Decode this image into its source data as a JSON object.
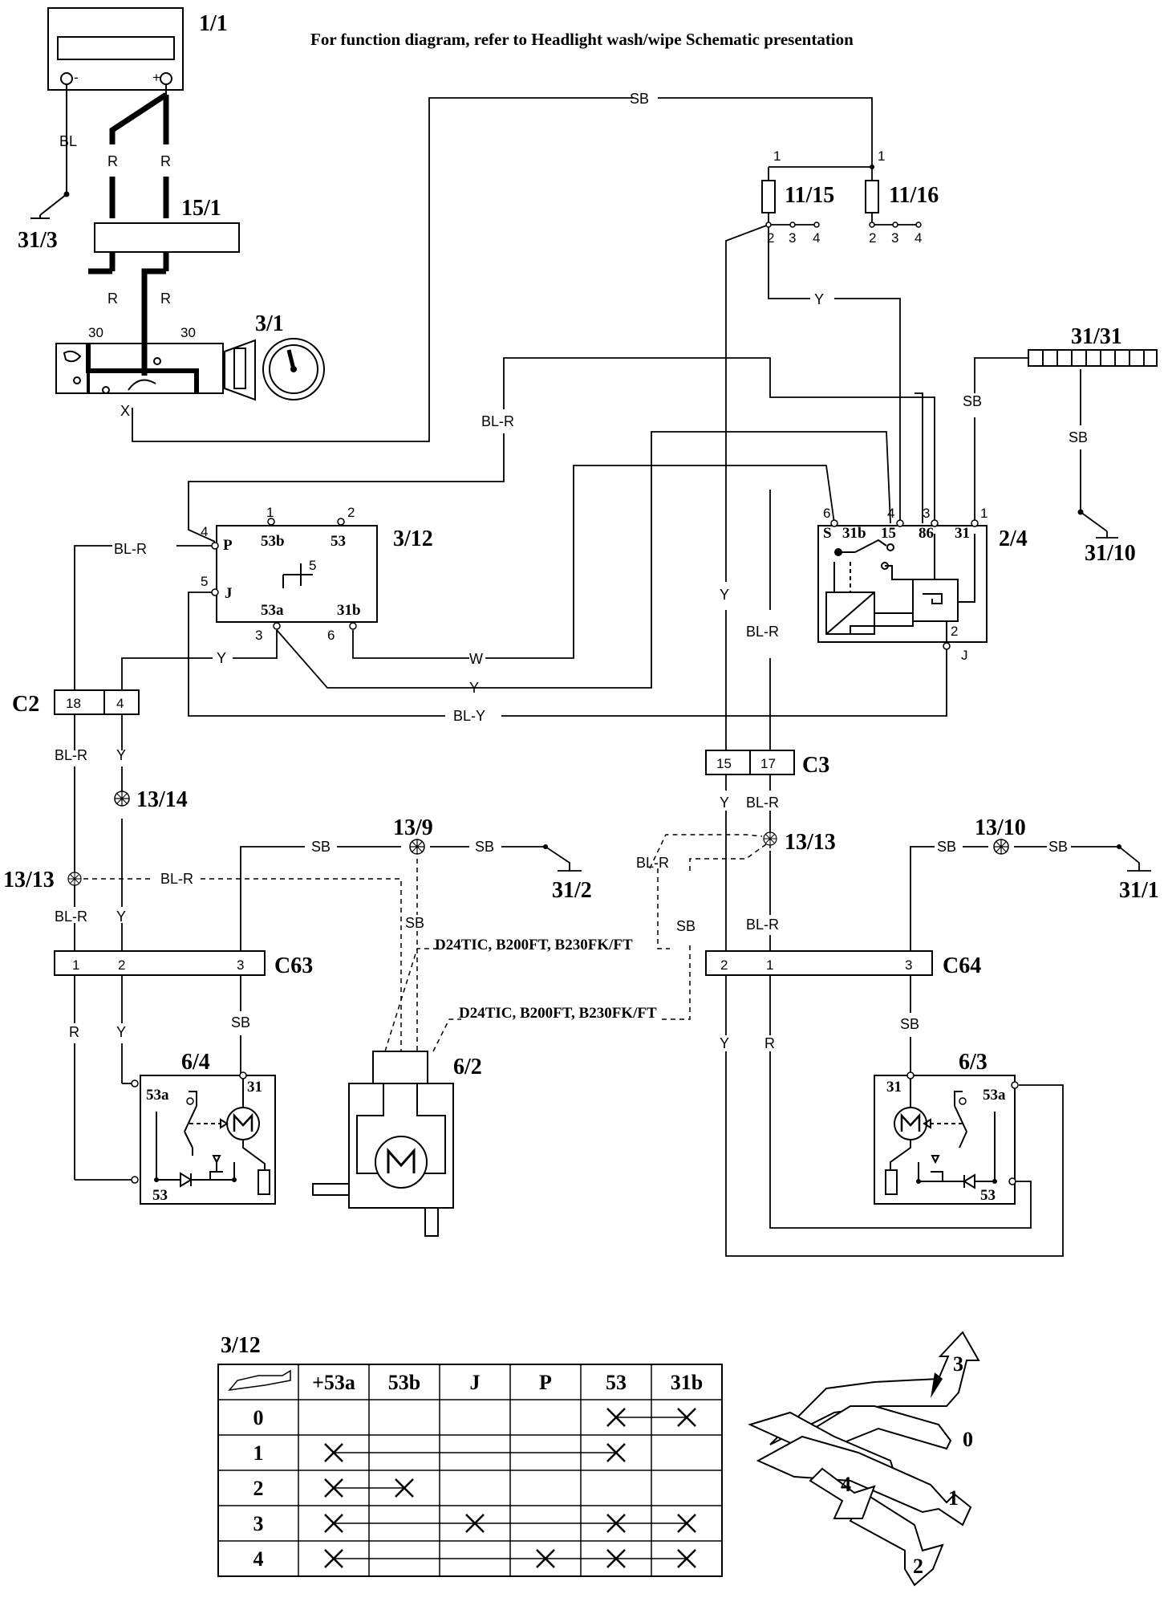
{
  "header": {
    "title": "For function diagram, refer to Headlight wash/wipe Schematic presentation"
  },
  "components": {
    "battery": "1/1",
    "fusebox_15_1": "15/1",
    "ignition_switch": "3/1",
    "ground_31_3": "31/3",
    "fuse_11_15": "11/15",
    "fuse_11_16": "11/16",
    "ground_strip": "31/31",
    "ground_31_10": "31/10",
    "relay": "2/4",
    "wiper_switch": "3/12",
    "connector_c2": "C2",
    "connector_c3": "C3",
    "splice_13_14": "13/14",
    "splice_13_13": "13/13",
    "splice_13_9": "13/9",
    "ground_31_2": "31/2",
    "connector_c63": "C63",
    "connector_c64": "C64",
    "splice_13_10": "13/10",
    "ground_31_1": "31/1",
    "motor_left": "6/4",
    "motor_washer": "6/2",
    "motor_right": "6/3"
  },
  "wires": {
    "bl": "BL",
    "r": "R",
    "sb": "SB",
    "y": "Y",
    "bl_r": "BL-R",
    "w": "W",
    "bl_y": "BL-Y",
    "x": "X"
  },
  "pins": {
    "battery": [
      "-",
      "+"
    ],
    "ignition": [
      "30",
      "30"
    ],
    "fuse_top": [
      "1",
      "1"
    ],
    "fuse_bottom": [
      "2",
      "3",
      "4"
    ],
    "relay_top": [
      "6",
      "4",
      "3",
      "1"
    ],
    "relay_inner": [
      "S",
      "31b",
      "15",
      "86",
      "31"
    ],
    "relay_bottom": [
      "2",
      "J"
    ],
    "switch": {
      "p1": "1",
      "p2": "2",
      "p4": "4",
      "p5": "5",
      "p3": "3",
      "p6": "6",
      "P": "P",
      "J": "J",
      "t53b": "53b",
      "t53": "53",
      "t53a": "53a",
      "t31b": "31b",
      "t5": "5"
    },
    "c2": [
      "18",
      "4"
    ],
    "c3": [
      "15",
      "17"
    ],
    "c63": [
      "1",
      "2",
      "3"
    ],
    "c64": [
      "2",
      "1",
      "3"
    ],
    "motor": [
      "31",
      "53a",
      "53"
    ]
  },
  "notes": {
    "engine_variants": "D24TIC, B200FT, B230FK/FT"
  },
  "table": {
    "title": "3/12",
    "columns": [
      "+53a",
      "53b",
      "J",
      "P",
      "53",
      "31b"
    ],
    "rows": [
      {
        "pos": "0",
        "marks": [
          4,
          5
        ]
      },
      {
        "pos": "1",
        "marks": [
          0,
          4
        ]
      },
      {
        "pos": "2",
        "marks": [
          0,
          1
        ]
      },
      {
        "pos": "3",
        "marks": [
          0,
          2,
          4,
          5
        ]
      },
      {
        "pos": "4",
        "marks": [
          0,
          3,
          4,
          5
        ]
      }
    ]
  },
  "stalk_positions": [
    "3",
    "0",
    "4",
    "1",
    "2"
  ]
}
